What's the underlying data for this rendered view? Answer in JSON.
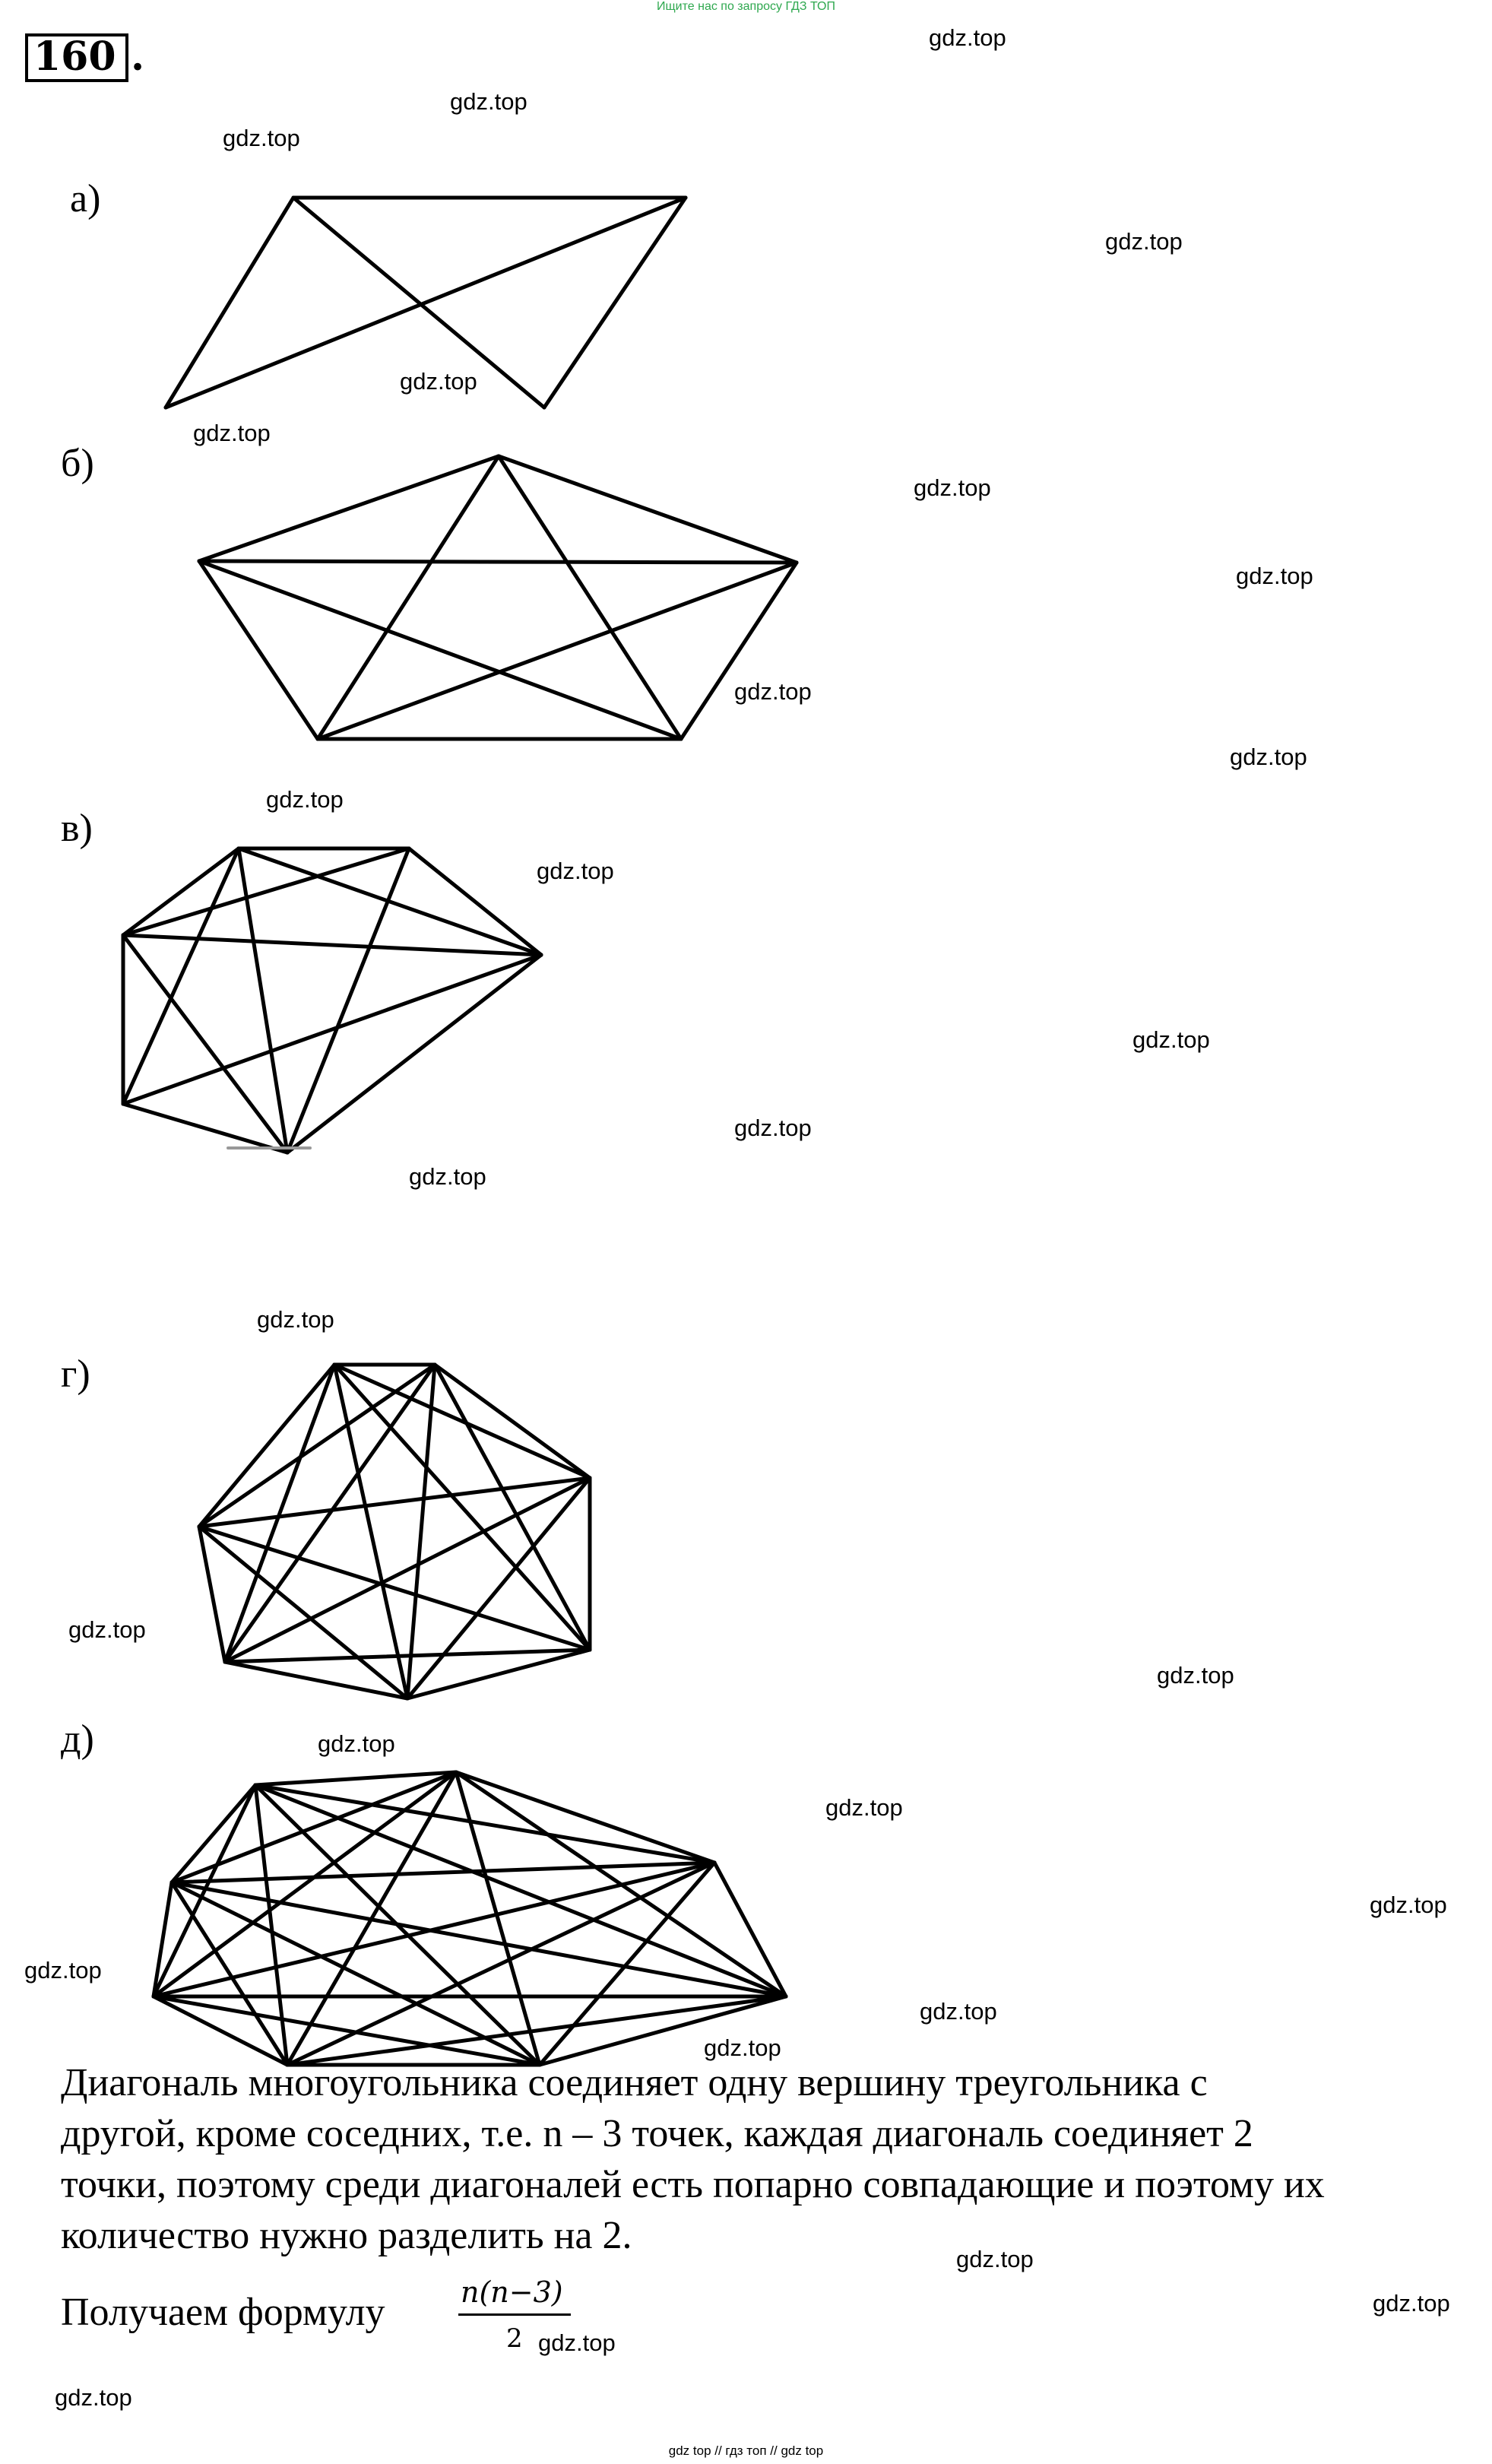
{
  "header_note": "Ищите нас по запросу ГДЗ ТОП",
  "problem_number": "160",
  "problem_number_dot": ".",
  "figure_labels": [
    "а)",
    "б)",
    "в)",
    "г)",
    "д)"
  ],
  "watermark": "gdz.top",
  "explanation_lines": [
    "Диагональ многоугольника соединяет одну вершину треугольника с",
    "другой, кроме соседних, т.е. n – 3 точек, каждая диагональ соединяет 2",
    "точки, поэтому среди диагоналей есть попарно совпадающие и поэтому их",
    "количество нужно разделить на 2."
  ],
  "formula_intro": "Получаем формулу",
  "formula_numerator": "n(n−3)",
  "formula_denominator": "2",
  "footer_note": "gdz top // гдз топ // gdz top"
}
